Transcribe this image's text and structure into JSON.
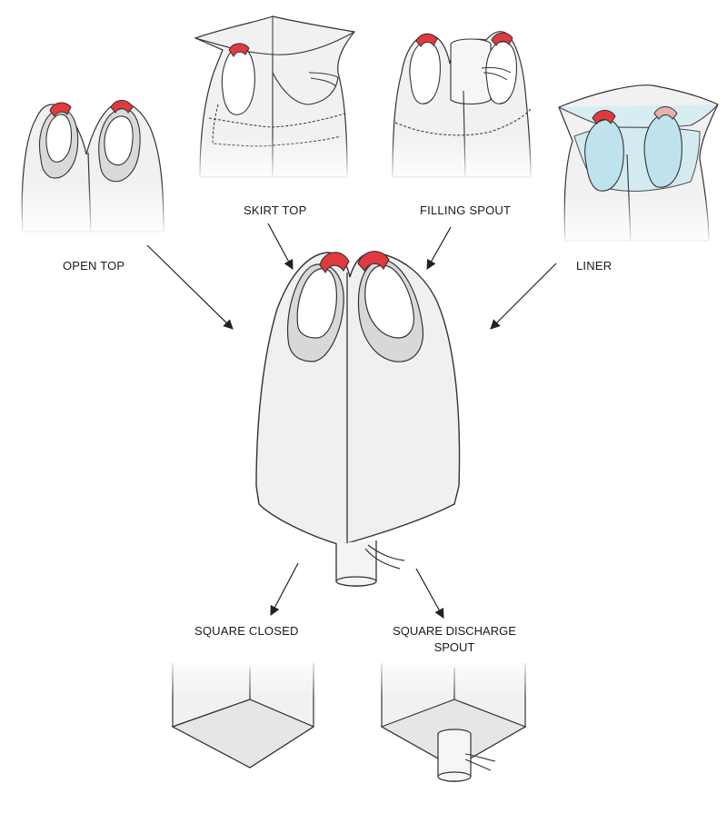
{
  "labels": {
    "open_top": "OPEN TOP",
    "skirt_top": "SKIRT TOP",
    "filling_spout": "FILLING SPOUT",
    "liner": "LINER",
    "square_closed": "SQUARE CLOSED",
    "square_discharge_spout_line1": "SQUARE DISCHARGE",
    "square_discharge_spout_line2": "SPOUT"
  },
  "colors": {
    "bag_fill": "#f2f2f2",
    "bag_shade": "#dcdcdc",
    "loop_red": "#e0393e",
    "liner_blue": "#cfe9f1",
    "outline": "#333333"
  }
}
